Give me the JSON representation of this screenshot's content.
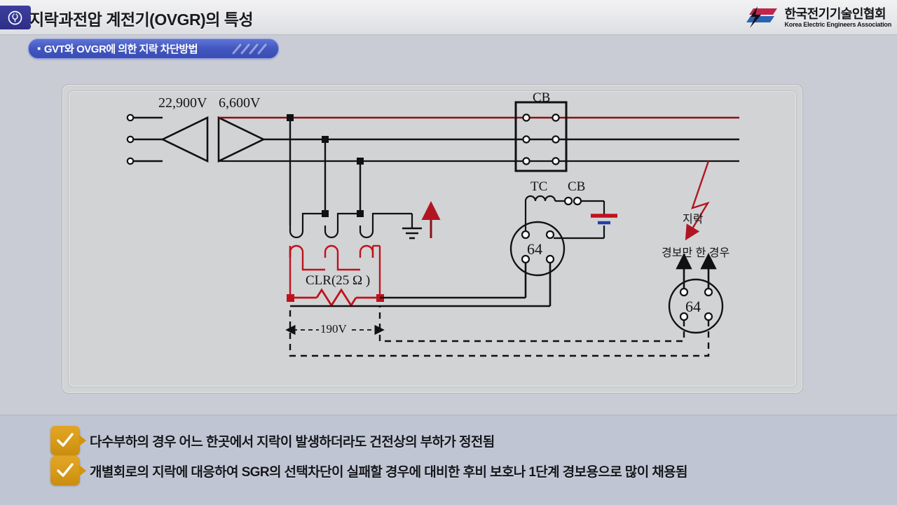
{
  "header": {
    "icon": "plug-circle-icon",
    "title": "지락과전압 계전기(OVGR)의 특성",
    "logo": {
      "korean": "한국전기기술인협회",
      "english": "Korea Electric Engineers Association",
      "mark": "lightning-parallelogram-icon",
      "color_red": "#c0264c",
      "color_blue": "#2b62b2"
    }
  },
  "subtitle": {
    "bullet": "▪",
    "text": "GVT와 OVGR에 의한 지락 차단방법",
    "accent": "#4256bf"
  },
  "diagram": {
    "labels": {
      "primary_voltage": "22,900V",
      "secondary_voltage": "6,600V",
      "breaker_top": "CB",
      "trip_coil": "TC",
      "breaker_aux": "CB",
      "relay_main": "64",
      "relay_alarm": "64",
      "clr": "CLR(25 Ω )",
      "measured_voltage": "190V",
      "fault": "지락",
      "alarm_only": "경보만 한 경우"
    },
    "colors": {
      "wire": "#111111",
      "red_wire": "#8b0f16",
      "clr_red": "#c0121c",
      "fault_red": "#b01622",
      "battery_positive": "#c0121c",
      "battery_negative": "#1f3fa8",
      "panel_bg": "#d2d3d5"
    }
  },
  "notes": [
    {
      "icon": "check-icon",
      "text": "다수부하의 경우 어느 한곳에서 지락이 발생하더라도 건전상의 부하가 정전됨"
    },
    {
      "icon": "check-icon",
      "text": "개별회로의 지락에 대응하여 SGR의 선택차단이 실패할 경우에 대비한 후비 보호나 1단계 경보용으로 많이 채용됨"
    }
  ]
}
